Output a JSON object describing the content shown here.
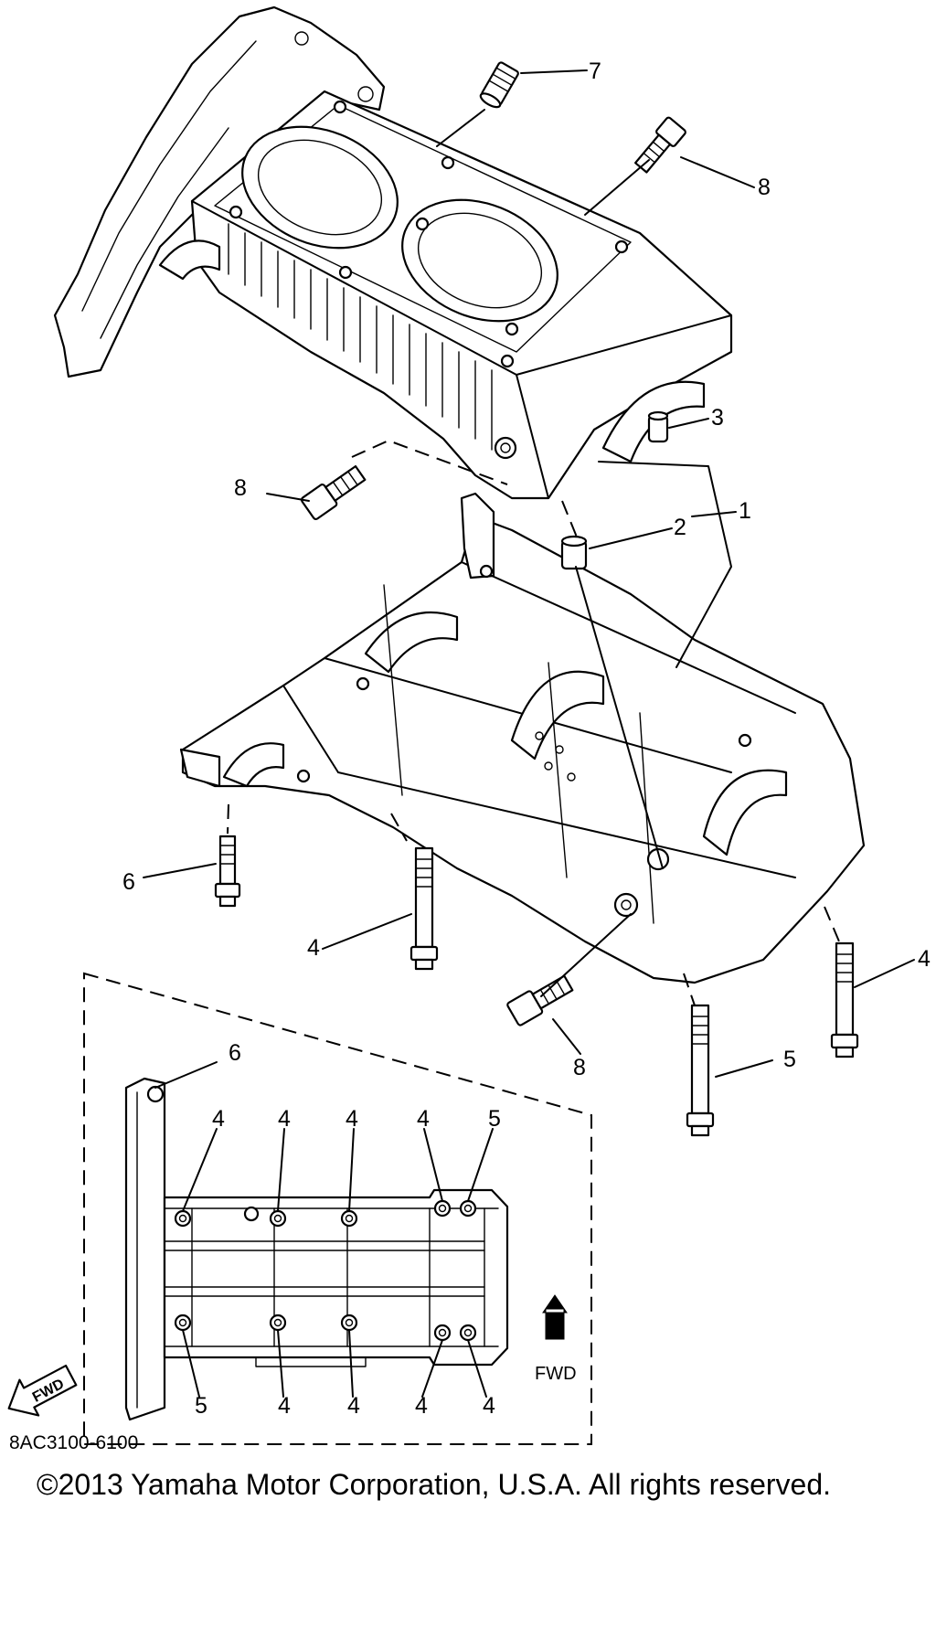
{
  "callouts": {
    "c1": "1",
    "c2": "2",
    "c3": "3",
    "c4a": "4",
    "c4b": "4",
    "c5": "5",
    "c6": "6",
    "c7": "7",
    "c8a": "8",
    "c8b": "8",
    "c8c": "8"
  },
  "inset": {
    "c6": "6",
    "top": [
      "4",
      "4",
      "4",
      "4",
      "5"
    ],
    "bottom": [
      "5",
      "4",
      "4",
      "4",
      "4"
    ],
    "fwd_label": "FWD"
  },
  "fwd_badge": "FWD",
  "diagram_code": "8AC3100-6100",
  "copyright": "©2013 Yamaha Motor Corporation, U.S.A. All rights reserved."
}
